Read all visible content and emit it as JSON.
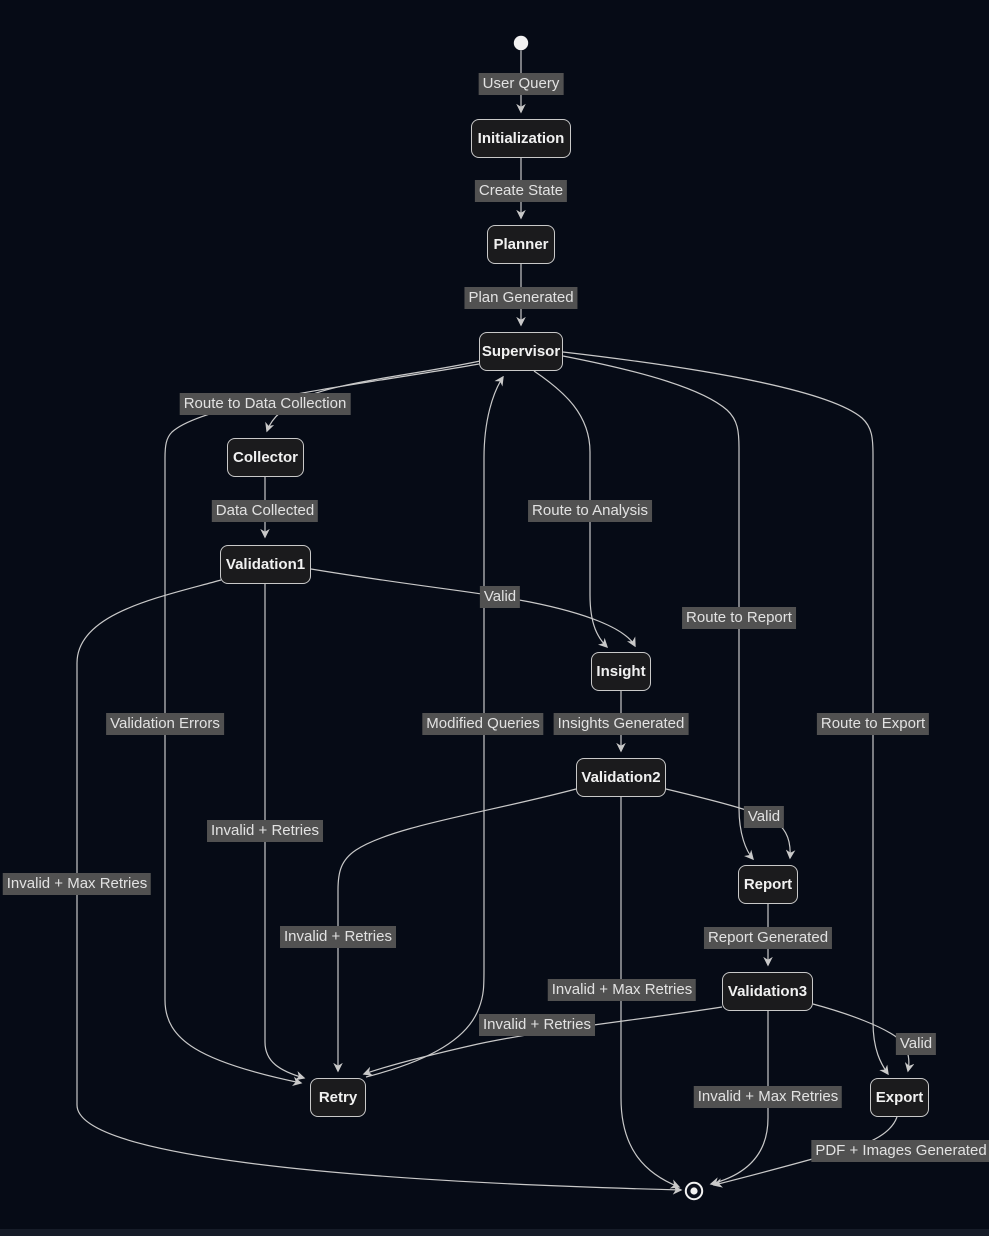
{
  "diagram_type": "state-flow-diagram",
  "colors": {
    "background": "#060b16",
    "node_fill": "#1b1b1d",
    "node_border": "#c9c9c9",
    "node_text": "#f1f1f1",
    "edge_line": "#c9c9c9",
    "edge_label_bg": "#515151",
    "edge_label_text": "#e2e2e2",
    "terminal_fill": "#f2f2f2"
  },
  "nodes": {
    "initialization": {
      "label": "Initialization"
    },
    "planner": {
      "label": "Planner"
    },
    "supervisor": {
      "label": "Supervisor"
    },
    "collector": {
      "label": "Collector"
    },
    "validation1": {
      "label": "Validation1"
    },
    "insight": {
      "label": "Insight"
    },
    "validation2": {
      "label": "Validation2"
    },
    "report": {
      "label": "Report"
    },
    "validation3": {
      "label": "Validation3"
    },
    "retry": {
      "label": "Retry"
    },
    "export": {
      "label": "Export"
    }
  },
  "edge_labels": [
    {
      "text": "User Query"
    },
    {
      "text": "Create State"
    },
    {
      "text": "Plan Generated"
    },
    {
      "text": "Route to Data Collection"
    },
    {
      "text": "Data Collected"
    },
    {
      "text": "Route to Analysis"
    },
    {
      "text": "Valid"
    },
    {
      "text": "Route to Report"
    },
    {
      "text": "Validation Errors"
    },
    {
      "text": "Modified Queries"
    },
    {
      "text": "Insights Generated"
    },
    {
      "text": "Route to Export"
    },
    {
      "text": "Valid"
    },
    {
      "text": "Invalid + Retries"
    },
    {
      "text": "Invalid + Max Retries"
    },
    {
      "text": "Invalid + Retries"
    },
    {
      "text": "Report Generated"
    },
    {
      "text": "Invalid + Max Retries"
    },
    {
      "text": "Invalid + Retries"
    },
    {
      "text": "Valid"
    },
    {
      "text": "Invalid + Max Retries"
    },
    {
      "text": "PDF + Images Generated"
    }
  ],
  "edges": [
    {
      "from": "start",
      "to": "Initialization",
      "label": "User Query"
    },
    {
      "from": "Initialization",
      "to": "Planner",
      "label": "Create State"
    },
    {
      "from": "Planner",
      "to": "Supervisor",
      "label": "Plan Generated"
    },
    {
      "from": "Supervisor",
      "to": "Collector",
      "label": "Route to Data Collection"
    },
    {
      "from": "Collector",
      "to": "Validation1",
      "label": "Data Collected"
    },
    {
      "from": "Supervisor",
      "to": "Insight",
      "label": "Route to Analysis"
    },
    {
      "from": "Validation1",
      "to": "Insight",
      "label": "Valid"
    },
    {
      "from": "Supervisor",
      "to": "Report",
      "label": "Route to Report"
    },
    {
      "from": "Validation2",
      "to": "Report",
      "label": "Valid"
    },
    {
      "from": "Supervisor",
      "to": "Export",
      "label": "Route to Export"
    },
    {
      "from": "Validation3",
      "to": "Export",
      "label": "Valid"
    },
    {
      "from": "Insight",
      "to": "Validation2",
      "label": "Insights Generated"
    },
    {
      "from": "Report",
      "to": "Validation3",
      "label": "Report Generated"
    },
    {
      "from": "Supervisor",
      "to": "Retry",
      "label": "Validation Errors"
    },
    {
      "from": "Retry",
      "to": "Supervisor",
      "label": "Modified Queries"
    },
    {
      "from": "Validation1",
      "to": "Retry",
      "label": "Invalid + Retries"
    },
    {
      "from": "Validation2",
      "to": "Retry",
      "label": "Invalid + Retries"
    },
    {
      "from": "Validation3",
      "to": "Retry",
      "label": "Invalid + Retries"
    },
    {
      "from": "Validation1",
      "to": "end",
      "label": "Invalid + Max Retries"
    },
    {
      "from": "Validation2",
      "to": "end",
      "label": "Invalid + Max Retries"
    },
    {
      "from": "Validation3",
      "to": "end",
      "label": "Invalid + Max Retries"
    },
    {
      "from": "Export",
      "to": "end",
      "label": "PDF + Images Generated"
    }
  ]
}
